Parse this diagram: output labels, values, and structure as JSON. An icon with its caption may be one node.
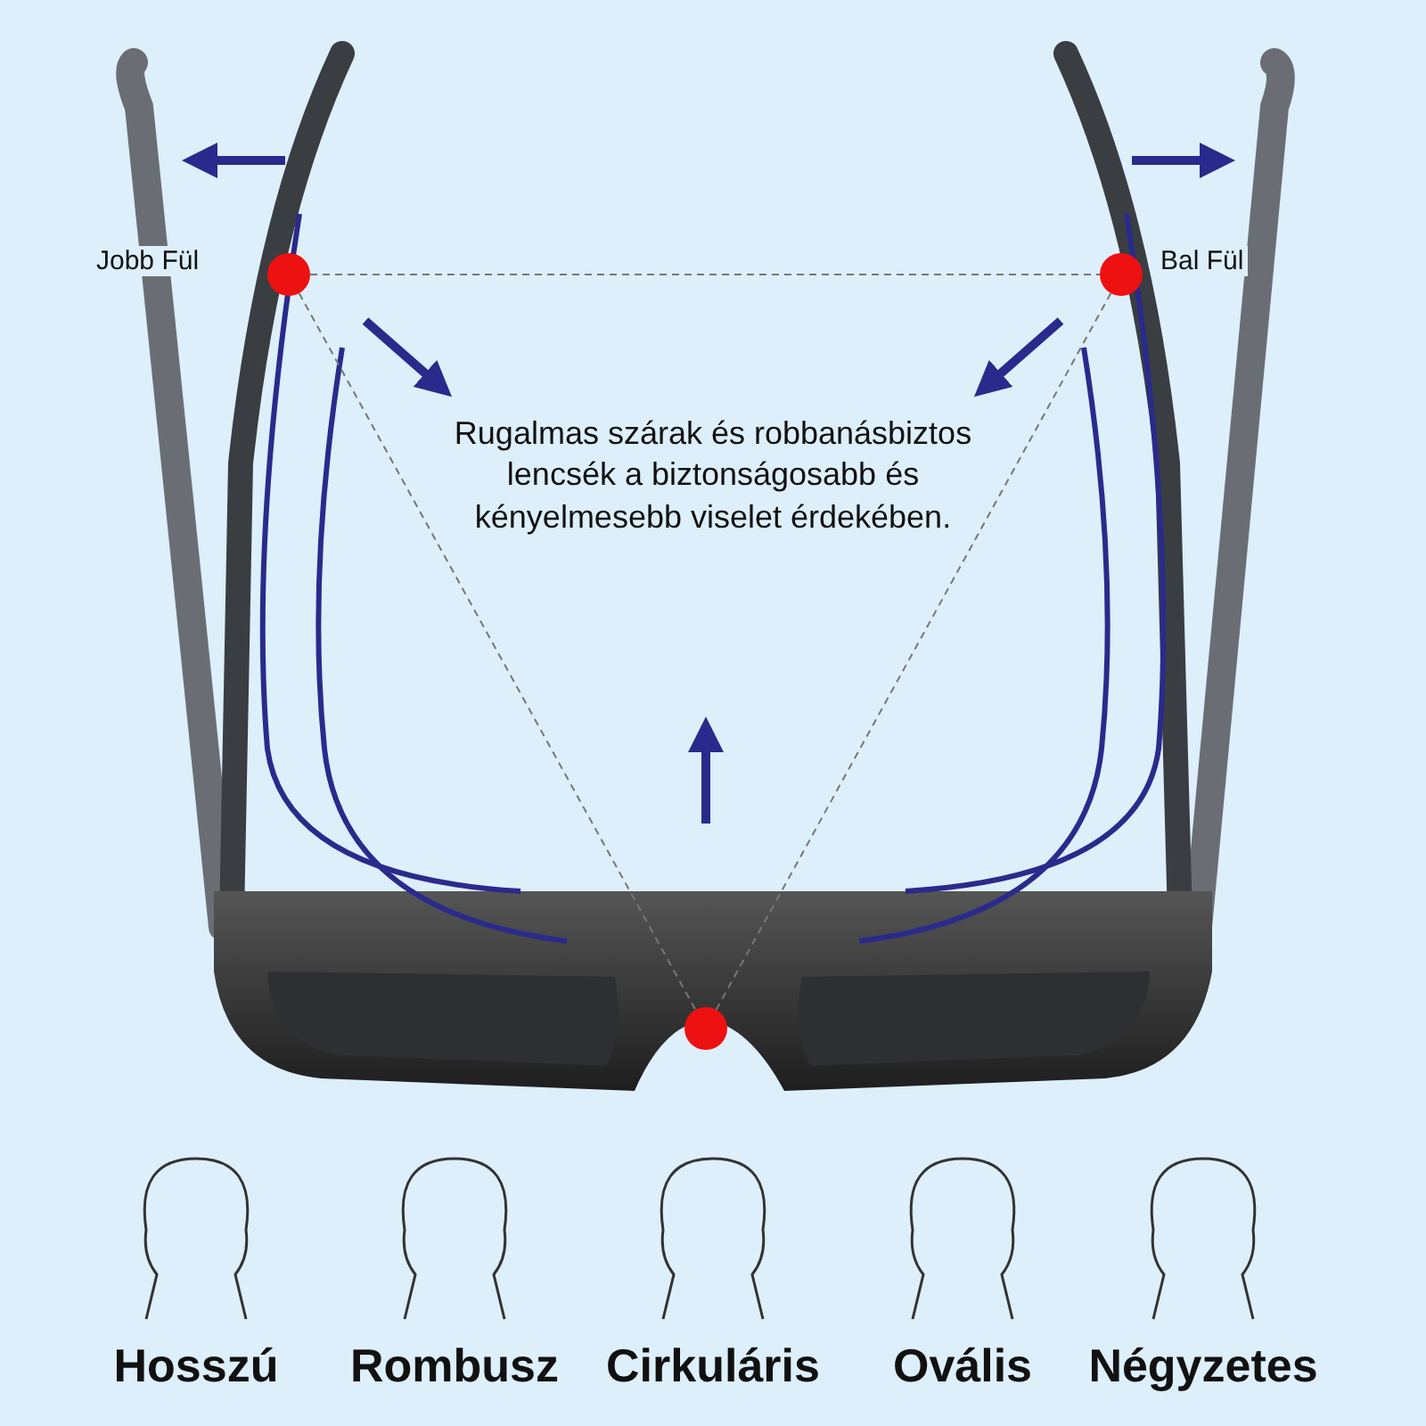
{
  "diagram": {
    "nodes": [
      {
        "text": [],
        "shape": "circle",
        "beside": [
          "Jobb Fül"
        ]
      },
      {
        "text": [],
        "shape": "circle",
        "beside": [
          "Bal Fül"
        ]
      },
      {
        "text": [],
        "shape": "circle"
      }
    ],
    "edges": [
      {
        "from": 0,
        "to": 1,
        "arrow": "none",
        "style": "dashed"
      },
      {
        "from": 0,
        "to": 2,
        "arrow": "none",
        "style": "dashed"
      },
      {
        "from": 1,
        "to": 2,
        "arrow": "none",
        "style": "dashed"
      }
    ],
    "labels": [
      "Rugalmas szárak és robbanásbiztos lencsék a biztonságosabb és kényelmesebb viselet érdekében.",
      "Hosszú",
      "Rombusz",
      "Cirkuláris",
      "Ovális",
      "Négyzetes"
    ]
  }
}
